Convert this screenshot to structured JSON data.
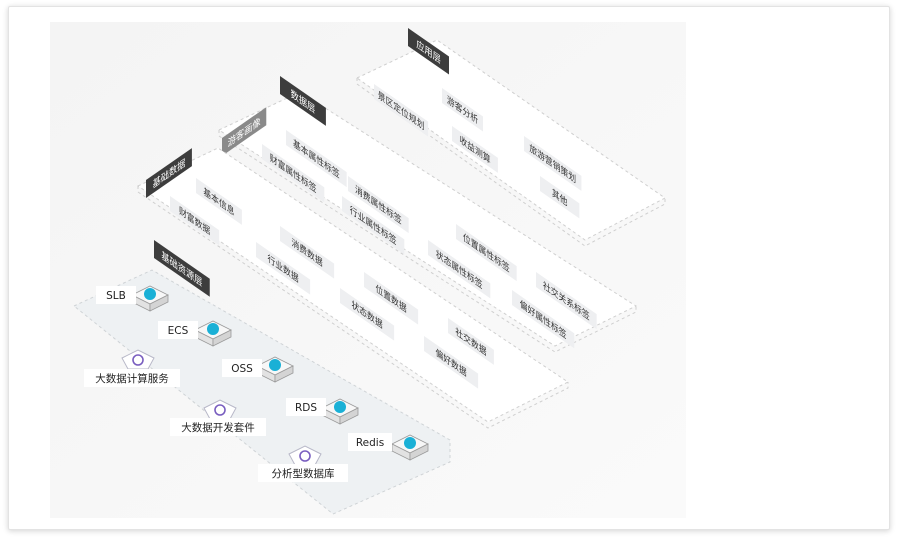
{
  "layers": {
    "application": {
      "title": "应用层",
      "items": [
        "景区定位规划",
        "游客分析",
        "收益测算",
        "旅游营销策划",
        "其他"
      ]
    },
    "data": {
      "title": "数据层",
      "tourist_profile": {
        "title": "游客画像",
        "items": [
          "基本属性标签",
          "财富属性标签",
          "消费属性标签",
          "行业属性标签",
          "位置属性标签",
          "状态属性标签",
          "社交关系标签",
          "偏好属性标签"
        ]
      },
      "base_data": {
        "title": "基础数据",
        "items": [
          "基本信息",
          "财富数据",
          "消费数据",
          "行业数据",
          "位置数据",
          "状态数据",
          "社交数据",
          "偏好数据"
        ]
      }
    },
    "infrastructure": {
      "title": "基础资源层",
      "services": [
        {
          "label": "SLB",
          "icon": "slb-icon"
        },
        {
          "label": "ECS",
          "icon": "ecs-icon"
        },
        {
          "label": "大数据计算服务",
          "icon": "maxcompute-icon"
        },
        {
          "label": "OSS",
          "icon": "oss-icon"
        },
        {
          "label": "大数据开发套件",
          "icon": "dataworks-icon"
        },
        {
          "label": "RDS",
          "icon": "rds-icon"
        },
        {
          "label": "Redis",
          "icon": "redis-icon"
        },
        {
          "label": "分析型数据库",
          "icon": "analyticdb-icon"
        }
      ]
    }
  },
  "colors": {
    "accent": "#1ab0d6",
    "dark_tag": "#3d3d3d",
    "grey_tag": "#8a8a8a",
    "chip": "#eeeff1",
    "plane": "#ffffff",
    "infra_plane": "#eef1f3",
    "purple_icon": "#7a5fc0"
  }
}
